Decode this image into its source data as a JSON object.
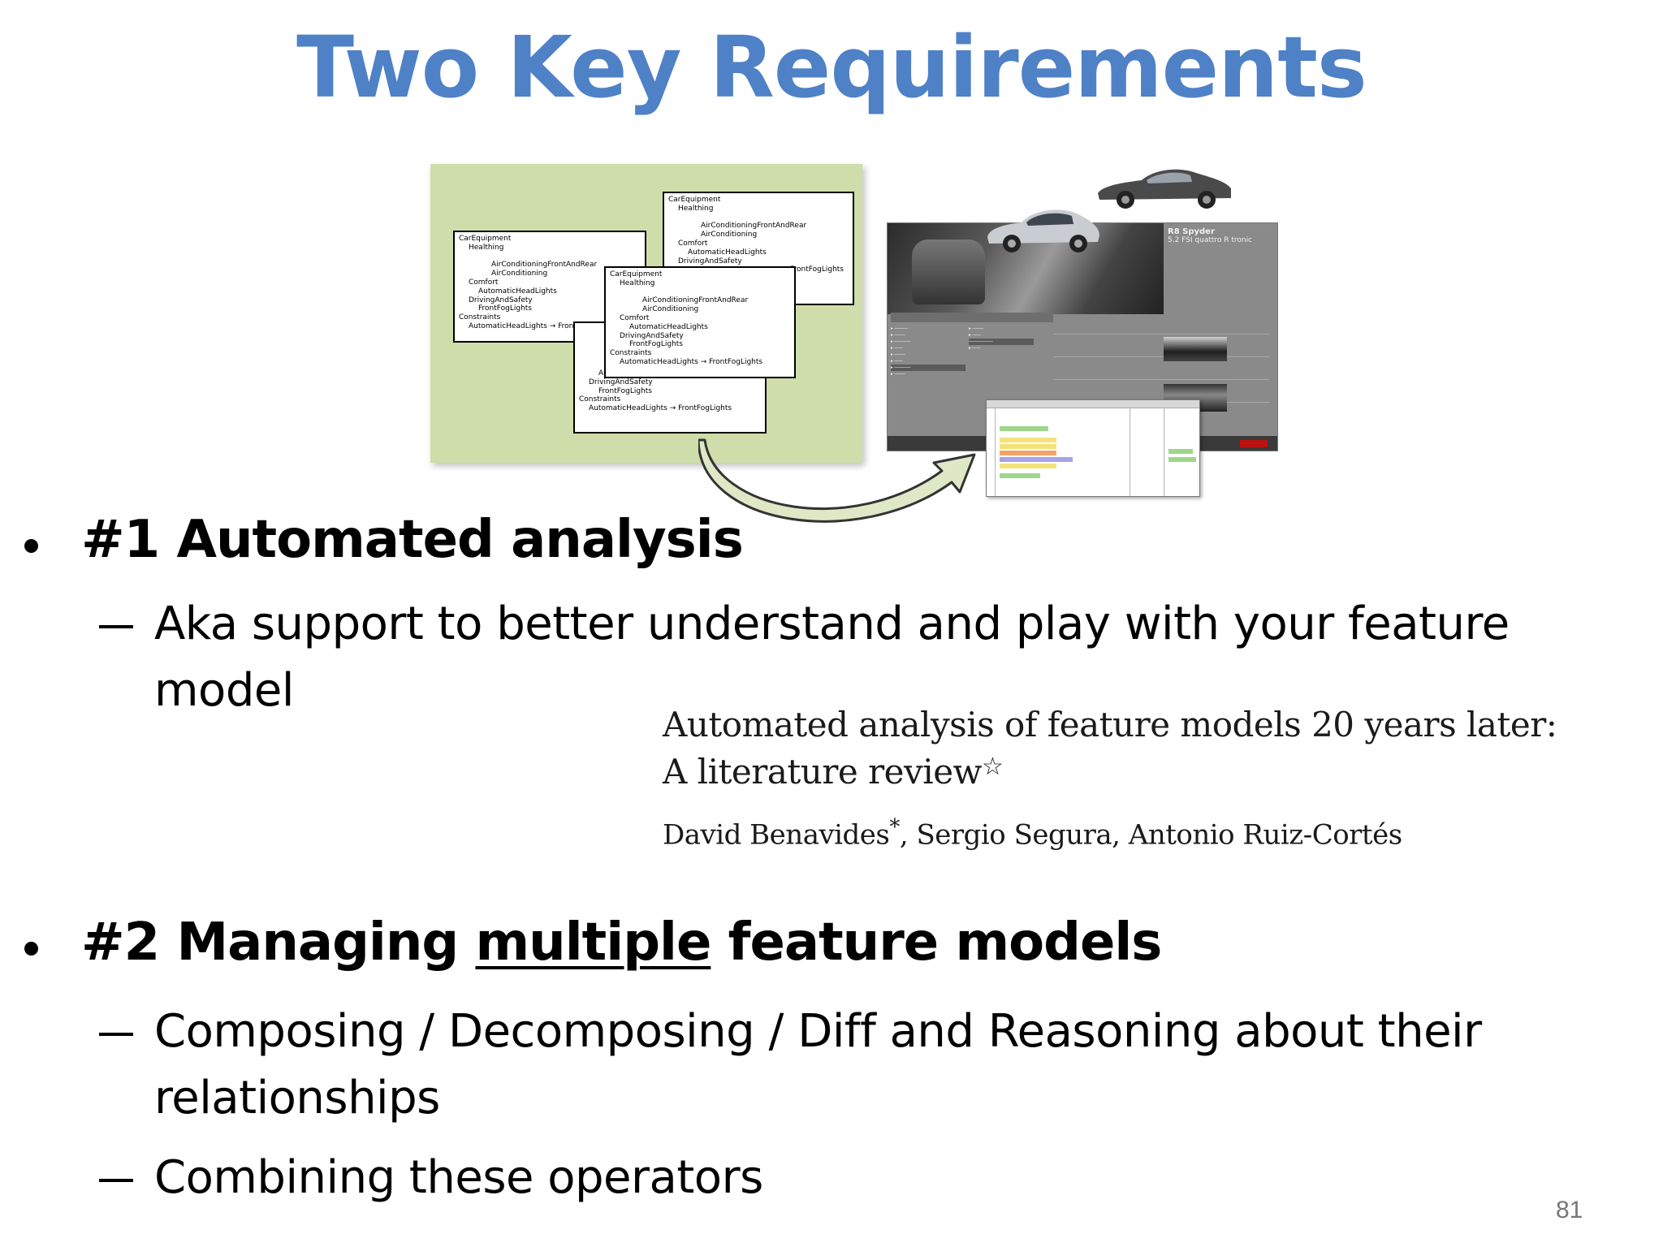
{
  "slide": {
    "title": "Two Key Requirements",
    "page_number": "81"
  },
  "feature_model_trees": [
    {
      "lines": [
        "CarEquipment",
        "Healthing",
        "AirConditioningFrontAndRear",
        "AirConditioning",
        "Comfort",
        "AutomaticHeadLights",
        "DrivingAndSafety",
        "FrontFogLights",
        "Constraints",
        "AutomaticHeadLights → FrontFogLights"
      ]
    }
  ],
  "configurator": {
    "spec_title": "R8 Spyder",
    "spec_subtitle": "5.2 FSI quattro R tronic"
  },
  "bullet1": {
    "heading": "#1 Automated analysis",
    "sub": [
      "Aka support to better understand and play with your feature",
      "model"
    ]
  },
  "paper": {
    "title_line1": "Automated analysis of feature models 20 years later:",
    "title_line2": "A literature review",
    "title_star": "☆",
    "authors_first": "David Benavides",
    "authors_mark": "*",
    "authors_rest": ", Sergio Segura, Antonio Ruiz-Cortés"
  },
  "bullet2": {
    "heading_part1": "#2 Managing ",
    "heading_underlined": "multiple",
    "heading_part2": " feature models",
    "sub1": [
      "Composing / Decomposing / Diff and Reasoning about their",
      "relationships"
    ],
    "sub2": "Combining these operators"
  },
  "colors": {
    "title": "#4f81c7",
    "fm_panel_bg": "#cfddaa",
    "arrow_fill": "#dfe8c6"
  }
}
